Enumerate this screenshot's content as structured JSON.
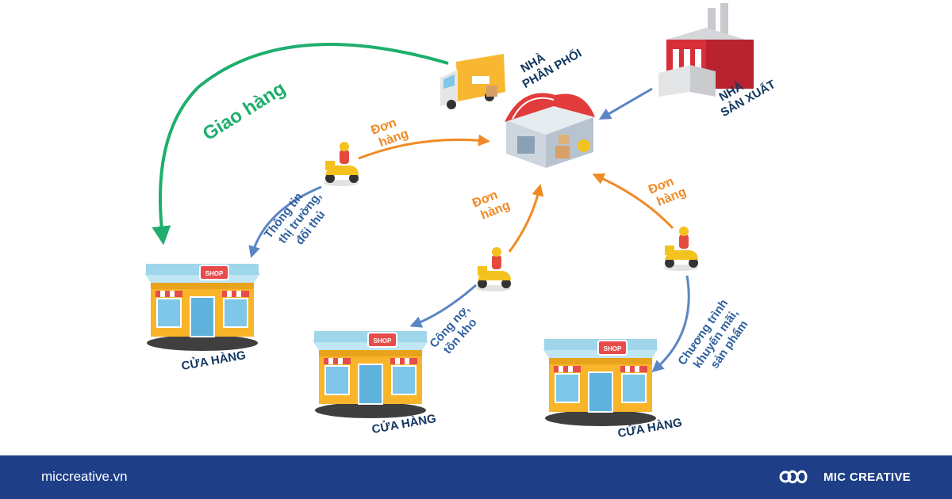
{
  "nodes": {
    "distributor": {
      "line1": "NHÀ",
      "line2": "PHÂN PHỐI"
    },
    "manufacturer": {
      "line1": "NHÀ",
      "line2": "SẢN XUẤT"
    },
    "store_left": "CỬA HÀNG",
    "store_mid": "CỬA HÀNG",
    "store_right": "CỬA HÀNG"
  },
  "edges": {
    "delivery": "Giao hàng",
    "order_left": {
      "line1": "Đơn",
      "line2": "hàng"
    },
    "order_mid": {
      "line1": "Đơn",
      "line2": "hàng"
    },
    "order_right": {
      "line1": "Đơn",
      "line2": "hàng"
    },
    "market_info": {
      "line1": "Thông tin",
      "line2": "thị trường,",
      "line3": "đối thủ"
    },
    "debt_stock": {
      "line1": "Công nợ,",
      "line2": "tồn kho"
    },
    "promo": {
      "line1": "Chương trình",
      "line2": "khuyến mãi,",
      "line3": "sản phẩm"
    }
  },
  "shop_sign": "SHOP",
  "footer": {
    "website": "miccreative.vn",
    "brand": "MIC CREATIVE"
  },
  "colors": {
    "green": "#1fae6e",
    "orange": "#f08a24",
    "blue": "#5b86c4",
    "footer": "#1e3f88",
    "dark_label": "#12365f"
  }
}
